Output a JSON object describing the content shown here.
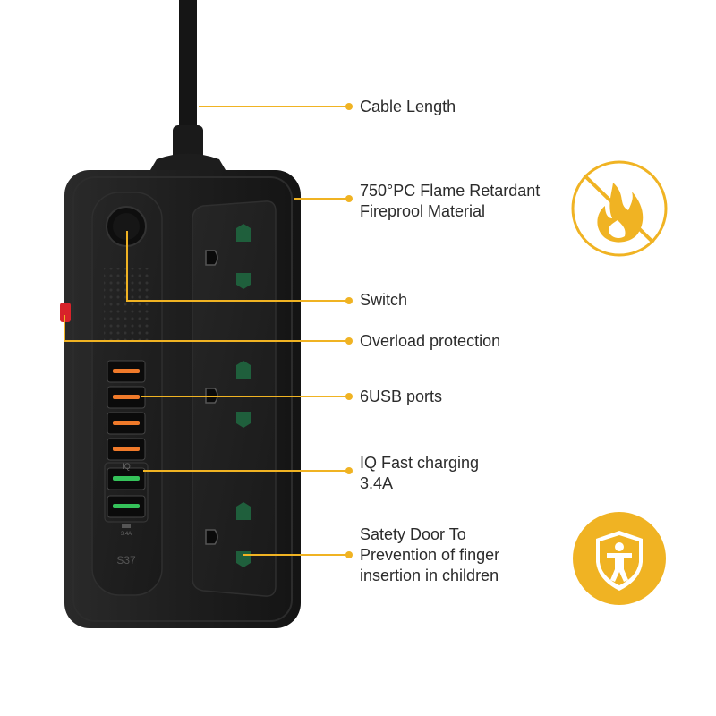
{
  "device": {
    "model_label": "S37",
    "usb_rating_label": "3.4A",
    "iq_label": "IQ"
  },
  "callouts": {
    "cable_length": [
      "Cable Length"
    ],
    "flame_retardant": [
      "750°PC Flame Retardant",
      "Fireprool Material"
    ],
    "switch": [
      "Switch"
    ],
    "overload": [
      "Overload protection"
    ],
    "usb_ports": [
      "6USB ports"
    ],
    "iq_fast_charging": [
      "IQ Fast charging",
      "3.4A"
    ],
    "safety_door": [
      "Satety Door To",
      "Prevention of finger",
      "insertion in children"
    ]
  },
  "badges": [
    {
      "icon": "no-fire-icon"
    },
    {
      "icon": "child-safety-shield-icon"
    }
  ],
  "colors": {
    "accent": "#f0b323",
    "body": "#1c1c1c",
    "socket_green": "#1f5f3c",
    "usb_orange": "#f07a2a",
    "usb_green": "#35c25a",
    "overload_red": "#d8232a"
  }
}
